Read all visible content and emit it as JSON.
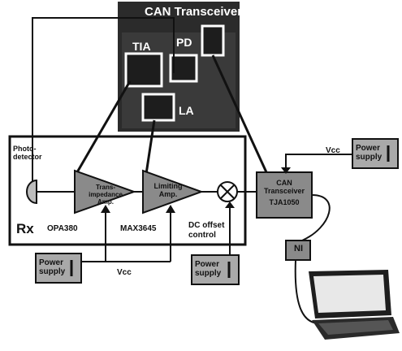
{
  "board": {
    "title": "CAN Transceiver",
    "tia": "TIA",
    "pd": "PD",
    "la": "LA"
  },
  "rx": {
    "label": "Rx",
    "photodetector": "Photo-detector",
    "tia_block": "Trans-impedance Amp.",
    "tia_part": "OPA380",
    "la_block": "Limiting Amp.",
    "la_part": "MAX3645",
    "dc_offset": "DC offset control"
  },
  "can_block": {
    "title": "CAN Transceiver",
    "part": "TJA1050"
  },
  "power_supplies": {
    "left": "Power supply",
    "middle": "Power supply",
    "right": "Power supply"
  },
  "vcc_labels": {
    "bottom": "Vcc",
    "right": "Vcc"
  },
  "ni_label": "NI",
  "colors": {
    "board_bg": "#2b2b2b",
    "block_fill": "#8a8a8a",
    "supply_fill": "#a9a9a9",
    "line": "#111111"
  }
}
